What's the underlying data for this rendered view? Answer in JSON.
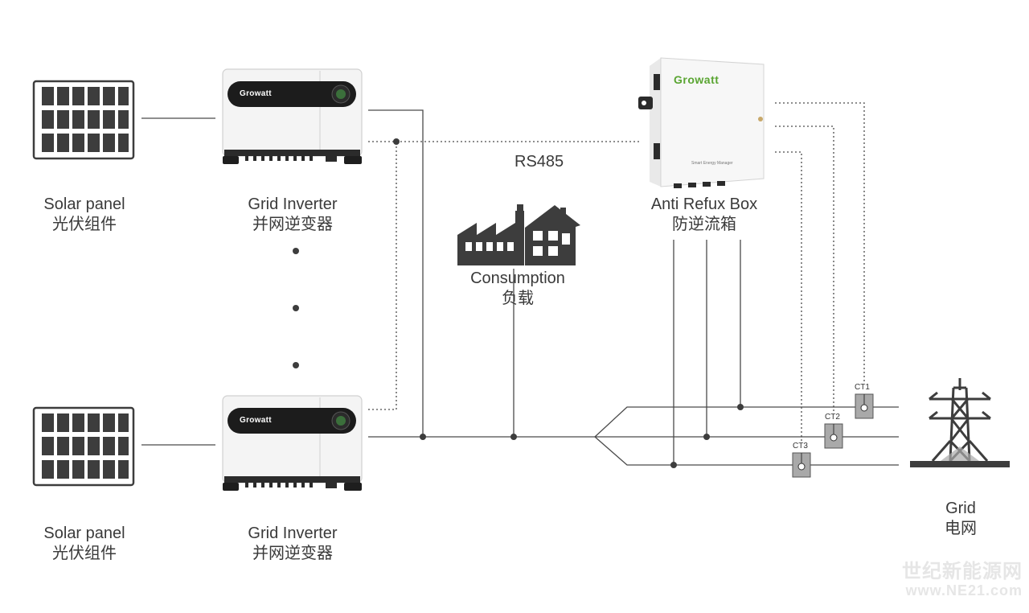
{
  "components": {
    "solar_panel_top": {
      "name_en": "Solar panel",
      "name_cn": "光伏组件"
    },
    "inverter_top": {
      "name_en": "Grid Inverter",
      "name_cn": "并网逆变器",
      "brand": "Growatt"
    },
    "solar_panel_bottom": {
      "name_en": "Solar panel",
      "name_cn": "光伏组件"
    },
    "inverter_bottom": {
      "name_en": "Grid Inverter",
      "name_cn": "并网逆变器",
      "brand": "Growatt"
    },
    "anti_reflux_box": {
      "name_en": "Anti Refux Box",
      "name_cn": "防逆流箱",
      "brand": "Growatt",
      "subtitle": "Smart Energy Manager"
    },
    "consumption": {
      "name_en": "Consumption",
      "name_cn": "负载"
    },
    "grid": {
      "name_en": "Grid",
      "name_cn": "电网"
    }
  },
  "comm_label": "RS485",
  "current_transformers": [
    "CT1",
    "CT2",
    "CT3"
  ],
  "watermark": {
    "line1": "世纪新能源网",
    "line2": "www.NE21.com"
  },
  "colors": {
    "line": "#4a4a4a",
    "ct_fill": "#a9a9a9",
    "panel_cell": "#3d3d3d",
    "brand_green": "#5aa532"
  }
}
